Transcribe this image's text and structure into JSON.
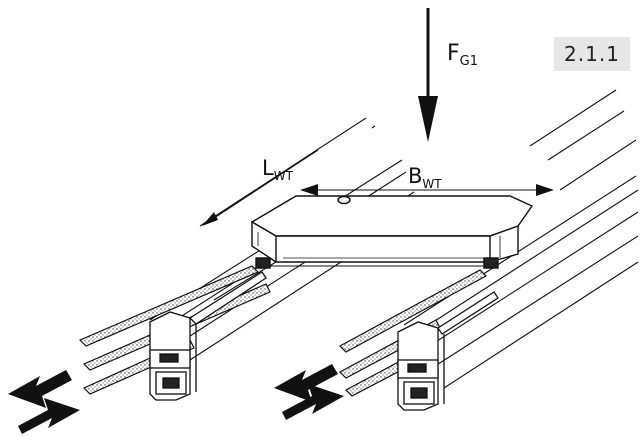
{
  "figure": {
    "section_number": "2.1.1",
    "force_label": {
      "main": "F",
      "sub": "G1"
    },
    "length_label": {
      "main": "L",
      "sub": "WT"
    },
    "width_label": {
      "main": "B",
      "sub": "WT"
    }
  },
  "colors": {
    "line": "#111111",
    "fill": "#ffffff",
    "badge_background": "#e6e6e6",
    "felt": "#9a9a9a"
  },
  "icons": [
    "force-arrow-down-icon",
    "motion-arrow-left-icon",
    "motion-arrow-right-icon"
  ]
}
